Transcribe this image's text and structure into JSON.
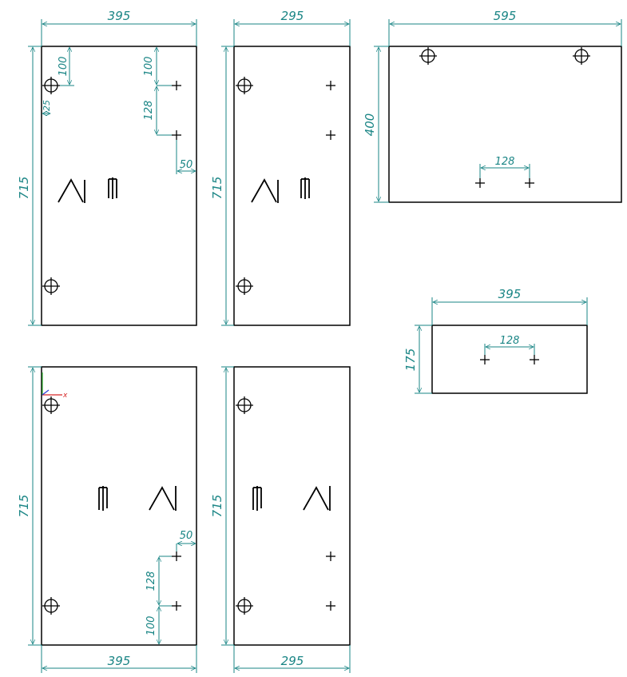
{
  "colors": {
    "outline": "#000000",
    "dimension": "#1a8585",
    "axis_x": "#d62828",
    "axis_y": "#2fae2f",
    "axis_z": "#2b3fd6"
  },
  "panels": {
    "panel_1": {
      "width_label": "395",
      "height_label": "715",
      "hinge_top_label": "100",
      "hole_top_label": "100",
      "hole_spacing_label": "128",
      "hole_edge_label": "50",
      "hinge_edge_label": "25",
      "symbols": "⋀ ⥮"
    },
    "panel_2": {
      "width_label": "295",
      "height_label": "715",
      "symbols": "⋀ ⥮"
    },
    "panel_3": {
      "width_label": "595",
      "height_label": "400",
      "hole_spacing_label": "128"
    },
    "panel_4": {
      "width_label": "395",
      "height_label": "175",
      "hole_spacing_label": "128"
    },
    "panel_5": {
      "width_label": "395",
      "height_label": "715",
      "hole_edge_label": "50",
      "hole_spacing_label": "128",
      "hole_bottom_label": "100",
      "axis_label": "x",
      "symbols": "⥮ ⋀"
    },
    "panel_6": {
      "width_label": "295",
      "height_label": "715",
      "symbols": "⥮ ⋀"
    }
  },
  "icons": [
    "hinge-hole-icon",
    "handle-hole-icon",
    "edge-banding-icon",
    "axis-triad-icon"
  ]
}
